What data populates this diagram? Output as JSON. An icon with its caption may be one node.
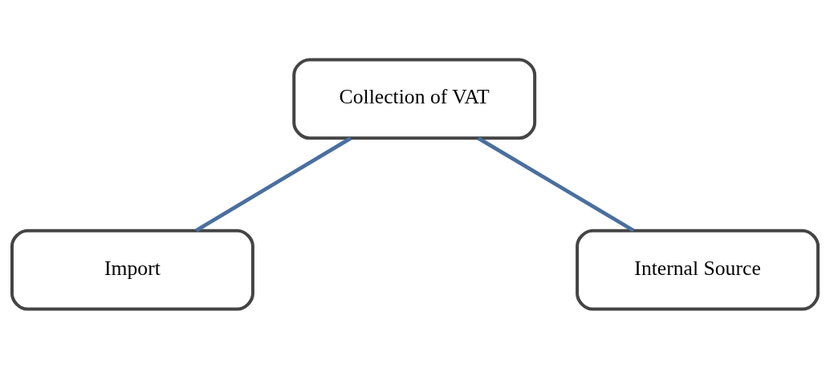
{
  "diagram": {
    "nodes": [
      {
        "text": [
          "Collection of VAT"
        ]
      },
      {
        "text": [
          "Import"
        ]
      },
      {
        "text": [
          "Internal Source"
        ]
      }
    ],
    "edges": [
      {
        "from": 0,
        "to": 1,
        "arrow": "none"
      },
      {
        "from": 0,
        "to": 2,
        "arrow": "none"
      }
    ]
  }
}
